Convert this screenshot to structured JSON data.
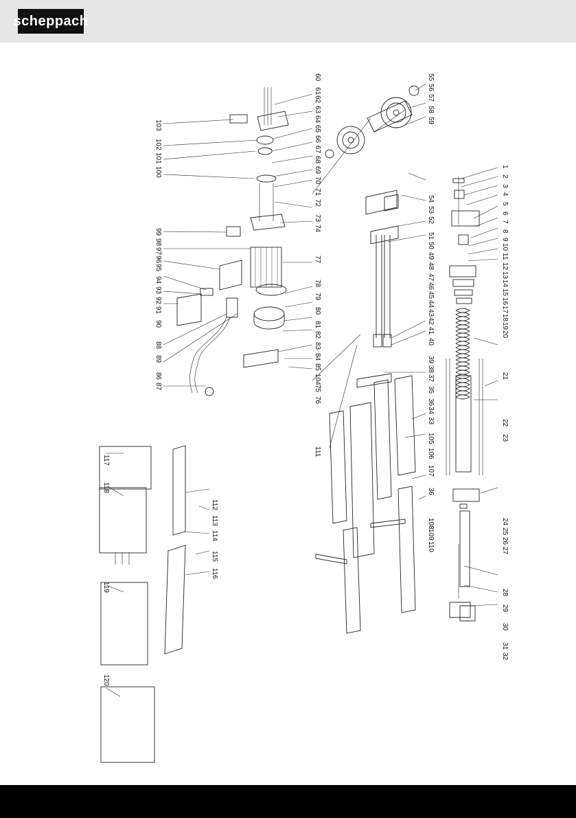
{
  "header": {
    "brand": "scheppach",
    "background": "#e6e6e6",
    "logo_color": "#111111"
  },
  "footer": {
    "color": "#000000"
  },
  "diagram": {
    "callouts": [
      "1",
      "2",
      "3",
      "4",
      "5",
      "6",
      "7",
      "8",
      "9",
      "10",
      "11",
      "12",
      "13",
      "14",
      "15",
      "16",
      "17",
      "18",
      "19",
      "20",
      "21",
      "22",
      "23",
      "24",
      "25",
      "26",
      "27",
      "28",
      "29",
      "30",
      "31",
      "32",
      "33",
      "34",
      "35",
      "36",
      "37",
      "38",
      "39",
      "40",
      "41",
      "42",
      "43",
      "44",
      "45",
      "46",
      "47",
      "48",
      "49",
      "50",
      "51",
      "52",
      "53",
      "54",
      "55",
      "56",
      "57",
      "58",
      "59",
      "60",
      "61",
      "62",
      "63",
      "64",
      "65",
      "66",
      "67",
      "68",
      "69",
      "70",
      "71",
      "72",
      "73",
      "74",
      "75",
      "76",
      "77",
      "78",
      "79",
      "80",
      "81",
      "82",
      "83",
      "84",
      "85",
      "86",
      "87",
      "88",
      "89",
      "90",
      "91",
      "92",
      "93",
      "94",
      "95",
      "96",
      "97",
      "98",
      "99",
      "100",
      "101",
      "102",
      "103",
      "104",
      "105",
      "106",
      "107",
      "108",
      "109",
      "110",
      "111",
      "112",
      "113",
      "114",
      "115",
      "116",
      "117",
      "118",
      "119",
      "120"
    ]
  }
}
